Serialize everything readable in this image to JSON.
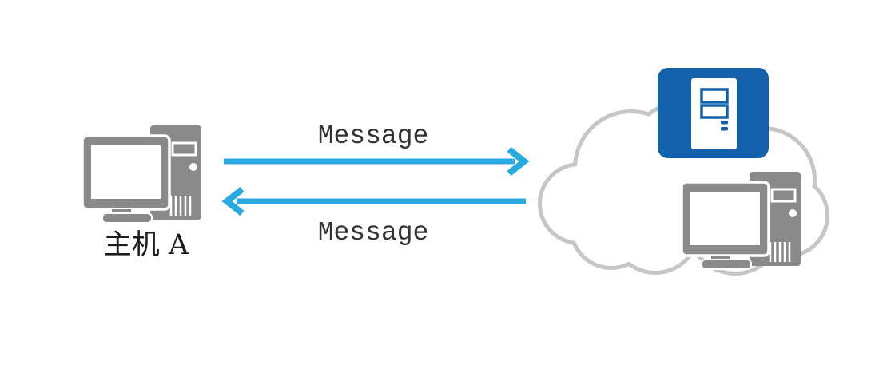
{
  "diagram": {
    "title": "host-to-cloud message exchange",
    "host": {
      "label": "主机 A",
      "icon": "desktop-computer-icon",
      "color": "#8a8a8a"
    },
    "arrows": {
      "top": {
        "label": "Message",
        "direction": "right",
        "color": "#29a9e1"
      },
      "bottom": {
        "label": "Message",
        "direction": "left",
        "color": "#29a9e1"
      }
    },
    "cloud": {
      "icon": "cloud-icon",
      "outline_color": "#c6c6c6",
      "fill_color": "#ffffff",
      "server": {
        "icon": "server-icon",
        "color": "#1261ac"
      },
      "computer": {
        "icon": "desktop-computer-icon",
        "color": "#8a8a8a"
      }
    },
    "colors": {
      "background": "#ffffff",
      "message_text": "#333333",
      "host_label_text": "#1c1c1c"
    }
  }
}
